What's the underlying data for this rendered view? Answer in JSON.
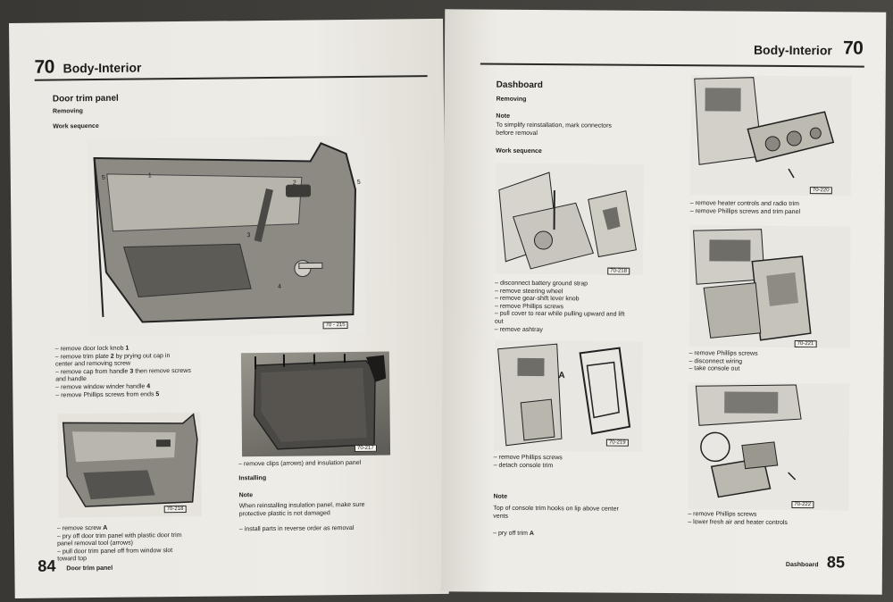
{
  "left_page": {
    "chapter_number": "70",
    "chapter_title": "Body-Interior",
    "section_title": "Door trim panel",
    "removing": "Removing",
    "work_sequence": "Work sequence",
    "fig1": {
      "ref": "70 - 215",
      "callouts": [
        "5",
        "1",
        "2",
        "5",
        "3",
        "4"
      ]
    },
    "steps1": [
      {
        "pre": "– remove door lock knob ",
        "num": "1",
        "post": ""
      },
      {
        "pre": "– remove trim plate ",
        "num": "2",
        "post": " by prying out cap in"
      },
      {
        "pre": "  center and removing screw",
        "num": "",
        "post": ""
      },
      {
        "pre": "– remove cap from handle ",
        "num": "3",
        "post": " then remove screws"
      },
      {
        "pre": "  and handle",
        "num": "",
        "post": ""
      },
      {
        "pre": "– remove window winder handle ",
        "num": "4",
        "post": ""
      },
      {
        "pre": "– remove Phillips screws from ends ",
        "num": "5",
        "post": ""
      }
    ],
    "fig2": {
      "ref": "70-218"
    },
    "steps2": [
      {
        "pre": "– remove screw ",
        "num": "A",
        "post": ""
      },
      {
        "pre": "– pry off door trim panel with plastic door trim",
        "num": "",
        "post": ""
      },
      {
        "pre": "  panel removal tool (arrows)",
        "num": "",
        "post": ""
      },
      {
        "pre": "– pull door trim panel off from window slot",
        "num": "",
        "post": ""
      },
      {
        "pre": "  toward top",
        "num": "",
        "post": ""
      }
    ],
    "fig3": {
      "ref": "70-217"
    },
    "steps3": [
      "– remove clips (arrows) and insulation panel"
    ],
    "installing": "Installing",
    "note_label": "Note",
    "note_text": [
      "When reinstalling insulation panel, make sure",
      "protective plastic is not damaged"
    ],
    "steps4": [
      "– install parts in reverse order as removal"
    ],
    "footer_number": "84",
    "footer_label": "Door trim panel"
  },
  "right_page": {
    "chapter_number": "70",
    "chapter_title": "Body-Interior",
    "section_title": "Dashboard",
    "removing": "Removing",
    "note_label": "Note",
    "note_text": [
      "To simplify reinstallation, mark connectors",
      "before removal"
    ],
    "work_sequence": "Work sequence",
    "fig1": {
      "ref": "70-218"
    },
    "steps1": [
      "– disconnect battery ground strap",
      "– remove steering wheel",
      "– remove gear-shift lever knob",
      "– remove Phillips screws",
      "– pull cover to rear while pulling upward and lift",
      "  out",
      "– remove ashtray"
    ],
    "fig2": {
      "ref": "70-219",
      "callout": "A"
    },
    "steps2": [
      "– remove Phillips screws",
      "– detach console trim"
    ],
    "note2_label": "Note",
    "note2_text": [
      "Top of console trim hooks on lip above center",
      "vents"
    ],
    "steps3": [
      {
        "pre": "– pry off trim ",
        "num": "A"
      }
    ],
    "fig3": {
      "ref": "70-220"
    },
    "steps4": [
      "– remove heater controls and radio trim",
      "– remove Phillips screws and trim panel"
    ],
    "fig4": {
      "ref": "70-221"
    },
    "steps5": [
      "– remove Phillips screws",
      "– disconnect wiring",
      "– take console out"
    ],
    "fig5": {
      "ref": "70-222"
    },
    "steps6": [
      "– remove Phillips screws",
      "– lower fresh air and heater controls"
    ],
    "footer_number": "85",
    "footer_label": "Dashboard"
  },
  "colors": {
    "paper": "#eeece6",
    "ink": "#1d1c1a",
    "background": "#3a3834"
  }
}
